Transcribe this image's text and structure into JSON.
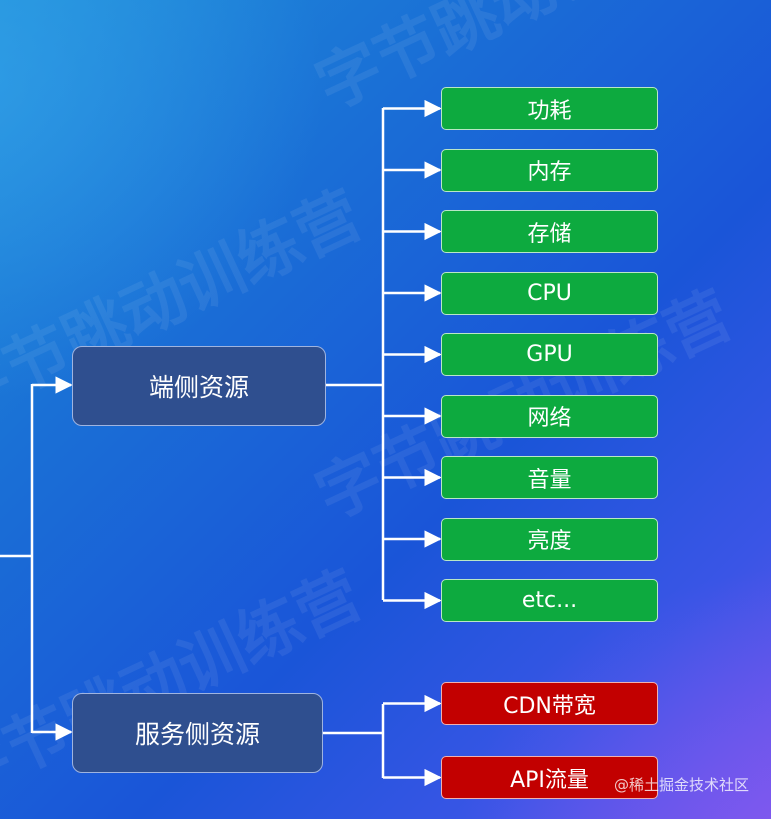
{
  "colors": {
    "main_node_fill": "#2f4f8f",
    "green_node_fill": "#0daa3f",
    "red_node_fill": "#c20000",
    "connector": "#ffffff"
  },
  "background_watermark": "字节跳动训练营",
  "site_watermark": "@稀土掘金技术社区",
  "diagram": {
    "client": {
      "label": "端侧资源",
      "children": [
        "功耗",
        "内存",
        "存储",
        "CPU",
        "GPU",
        "网络",
        "音量",
        "亮度",
        "etc..."
      ]
    },
    "server": {
      "label": "服务侧资源",
      "children": [
        "CDN带宽",
        "API流量"
      ]
    }
  }
}
